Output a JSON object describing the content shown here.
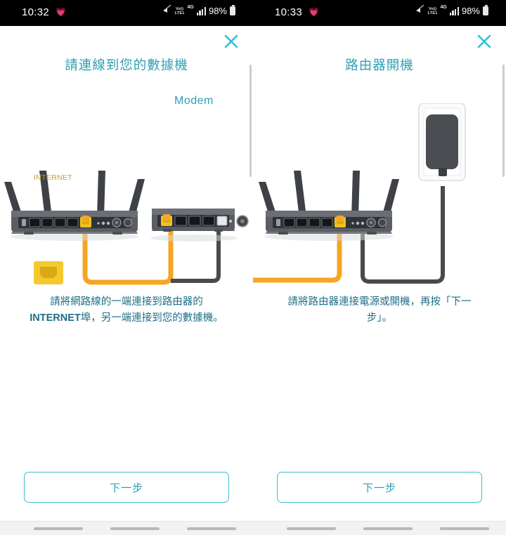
{
  "statusbar": {
    "left": {
      "time": "10:32",
      "heart_icon": "heart-emoji",
      "mute_icon": "mute-icon",
      "volte_line1": "Vo))",
      "volte_line2": "LTE1",
      "network": "4G",
      "signal_icon": "signal-bars-icon",
      "battery": "98%",
      "battery_icon": "battery-icon"
    },
    "right": {
      "time": "10:33",
      "heart_icon": "heart-emoji",
      "mute_icon": "mute-icon",
      "volte_line1": "Vo))",
      "volte_line2": "LTE1",
      "network": "4G",
      "signal_icon": "signal-bars-icon",
      "battery": "98%",
      "battery_icon": "battery-icon"
    }
  },
  "colors": {
    "accent": "#2e9fb5",
    "button_border": "#3bbcd0",
    "body_text": "#1c6f85",
    "cable_ethernet": "#f5a623",
    "cable_power": "#4a4a4a",
    "internet_port": "#f0c020",
    "router_body": "#5a5d63",
    "status_bar_bg": "#000000"
  },
  "panels": [
    {
      "id": "connect-modem",
      "close_label": "close-icon",
      "title": "請連線到您的數據機",
      "illustration": {
        "modem_label": "Modem",
        "internet_label": "INTERNET"
      },
      "body_line1": "請將網路線的一端連接到路由器的",
      "body_strong": "INTERNET",
      "body_line2": "埠，另一端連接到您的數據機。",
      "next_label": "下一步"
    },
    {
      "id": "power-on-router",
      "close_label": "close-icon",
      "title": "路由器開機",
      "illustration": {
        "modem_label": "",
        "internet_label": ""
      },
      "body_line1": "請將路由器連接電源或開機，再按「下一",
      "body_strong": "",
      "body_line2": "步」。",
      "next_label": "下一步"
    }
  ]
}
